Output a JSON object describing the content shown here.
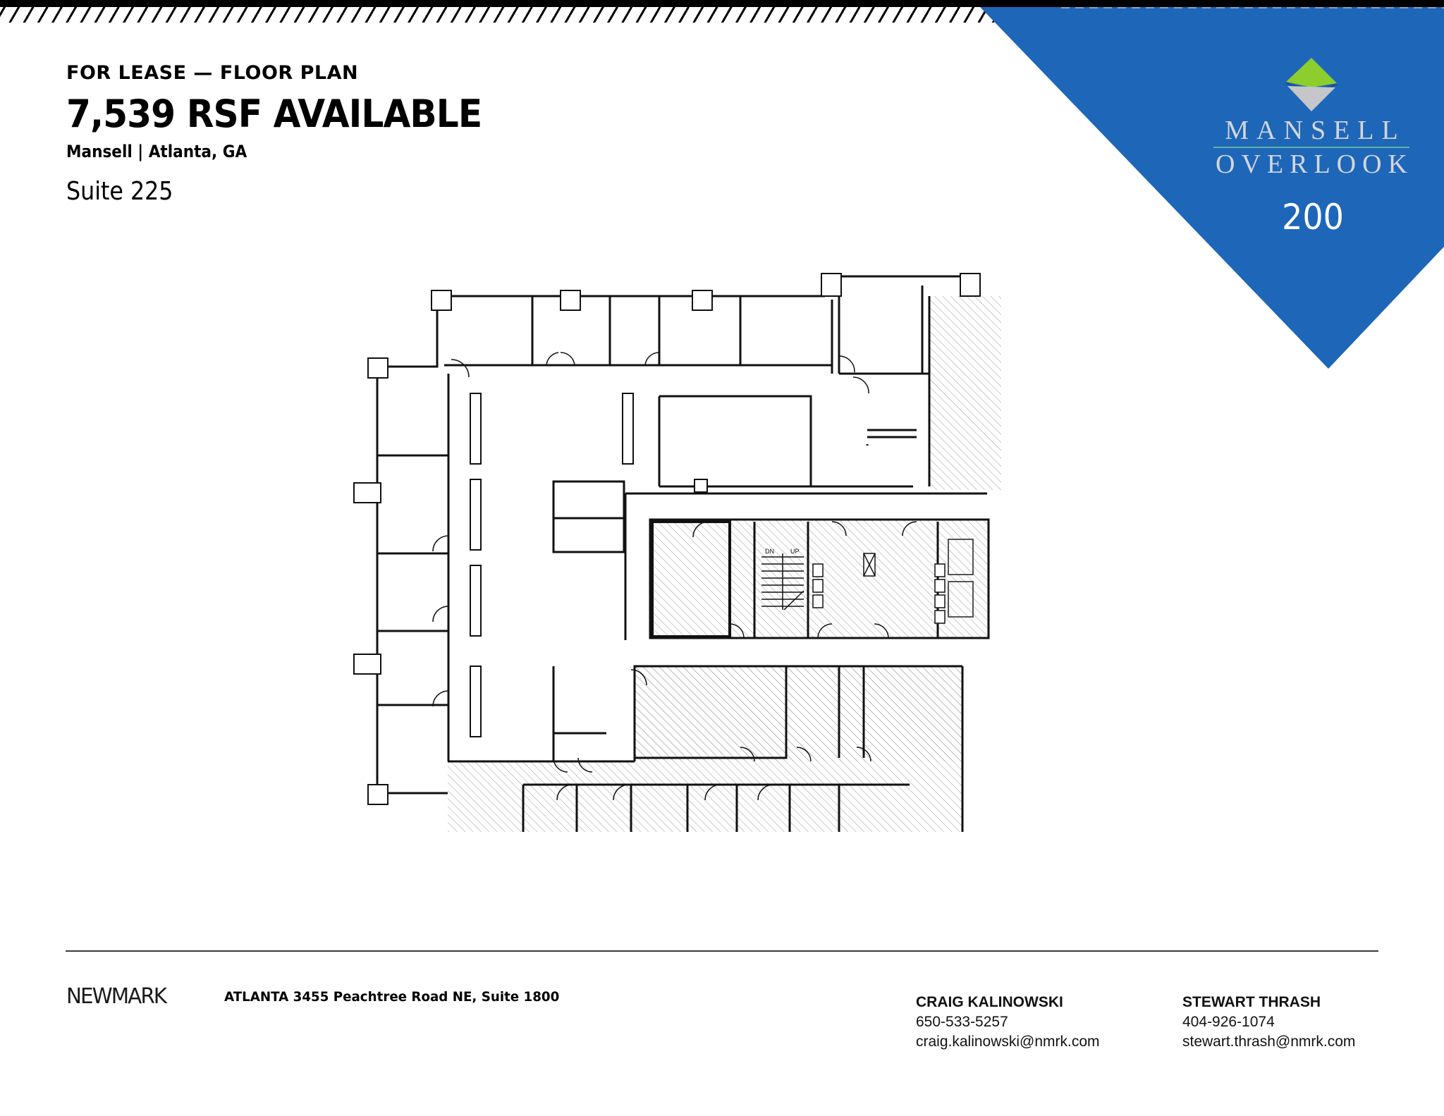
{
  "header": {
    "eyebrow": "FOR LEASE — FLOOR PLAN",
    "headline": "7,539 RSF AVAILABLE",
    "location": "Mansell | Atlanta, GA",
    "suite": "Suite 225"
  },
  "brand": {
    "name_line_1": "MANSELL",
    "name_line_2": "OVERLOOK",
    "building_number": "200",
    "colors": {
      "panel_blue": "#1e66b8",
      "diamond_green": "#8dcd2d",
      "diamond_gray": "#c4c6c9",
      "rule_teal": "#5fb3a6",
      "wordmark_gray": "#d2d6dc"
    }
  },
  "floor_plan": {
    "stair_labels": [
      "DN",
      "UP"
    ],
    "hatch_color": "#9a9a9a",
    "wall_color": "#111111"
  },
  "footer": {
    "company_logo": "NEWMARK",
    "address": "ATLANTA 3455 Peachtree Road NE, Suite 1800",
    "contacts": [
      {
        "name": "CRAIG KALINOWSKI",
        "phone": "650-533-5257",
        "email": "craig.kalinowski@nmrk.com"
      },
      {
        "name": "STEWART THRASH",
        "phone": "404-926-1074",
        "email": "stewart.thrash@nmrk.com"
      }
    ]
  }
}
